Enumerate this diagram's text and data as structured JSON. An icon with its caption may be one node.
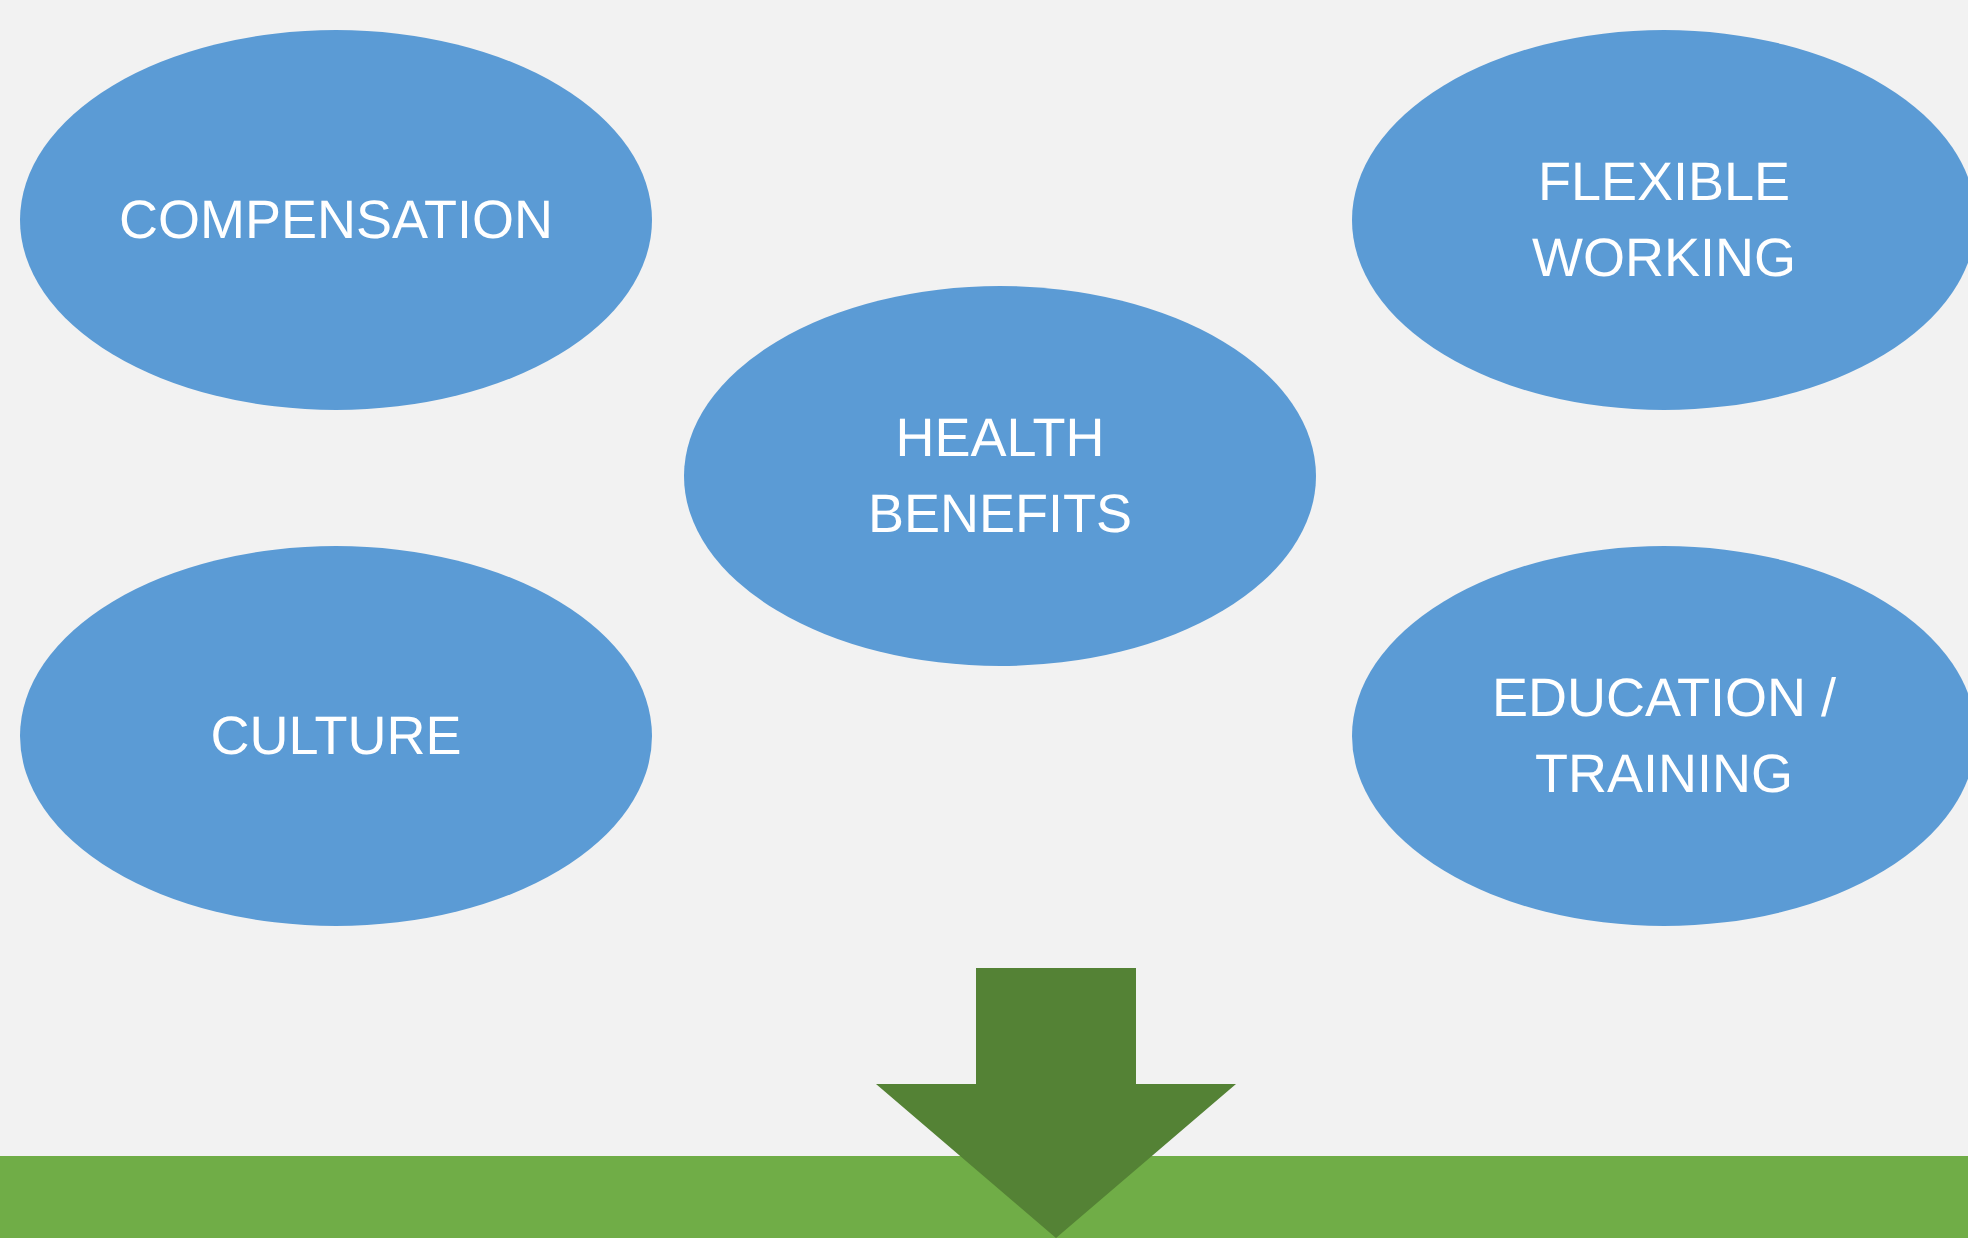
{
  "diagram": {
    "nodes": [
      {
        "text": [
          "COMPENSATION"
        ]
      },
      {
        "text": [
          "FLEXIBLE WORKING"
        ]
      },
      {
        "text": [
          "HEALTH BENEFITS"
        ]
      },
      {
        "text": [
          "CULTURE"
        ]
      },
      {
        "text": [
          "EDUCATION / TRAINING"
        ]
      },
      {
        "text": [],
        "shape": "bar"
      }
    ],
    "edges": [
      {
        "from": null,
        "to": 5,
        "arrow": "to",
        "style": "thick",
        "color": "#548235"
      }
    ]
  }
}
